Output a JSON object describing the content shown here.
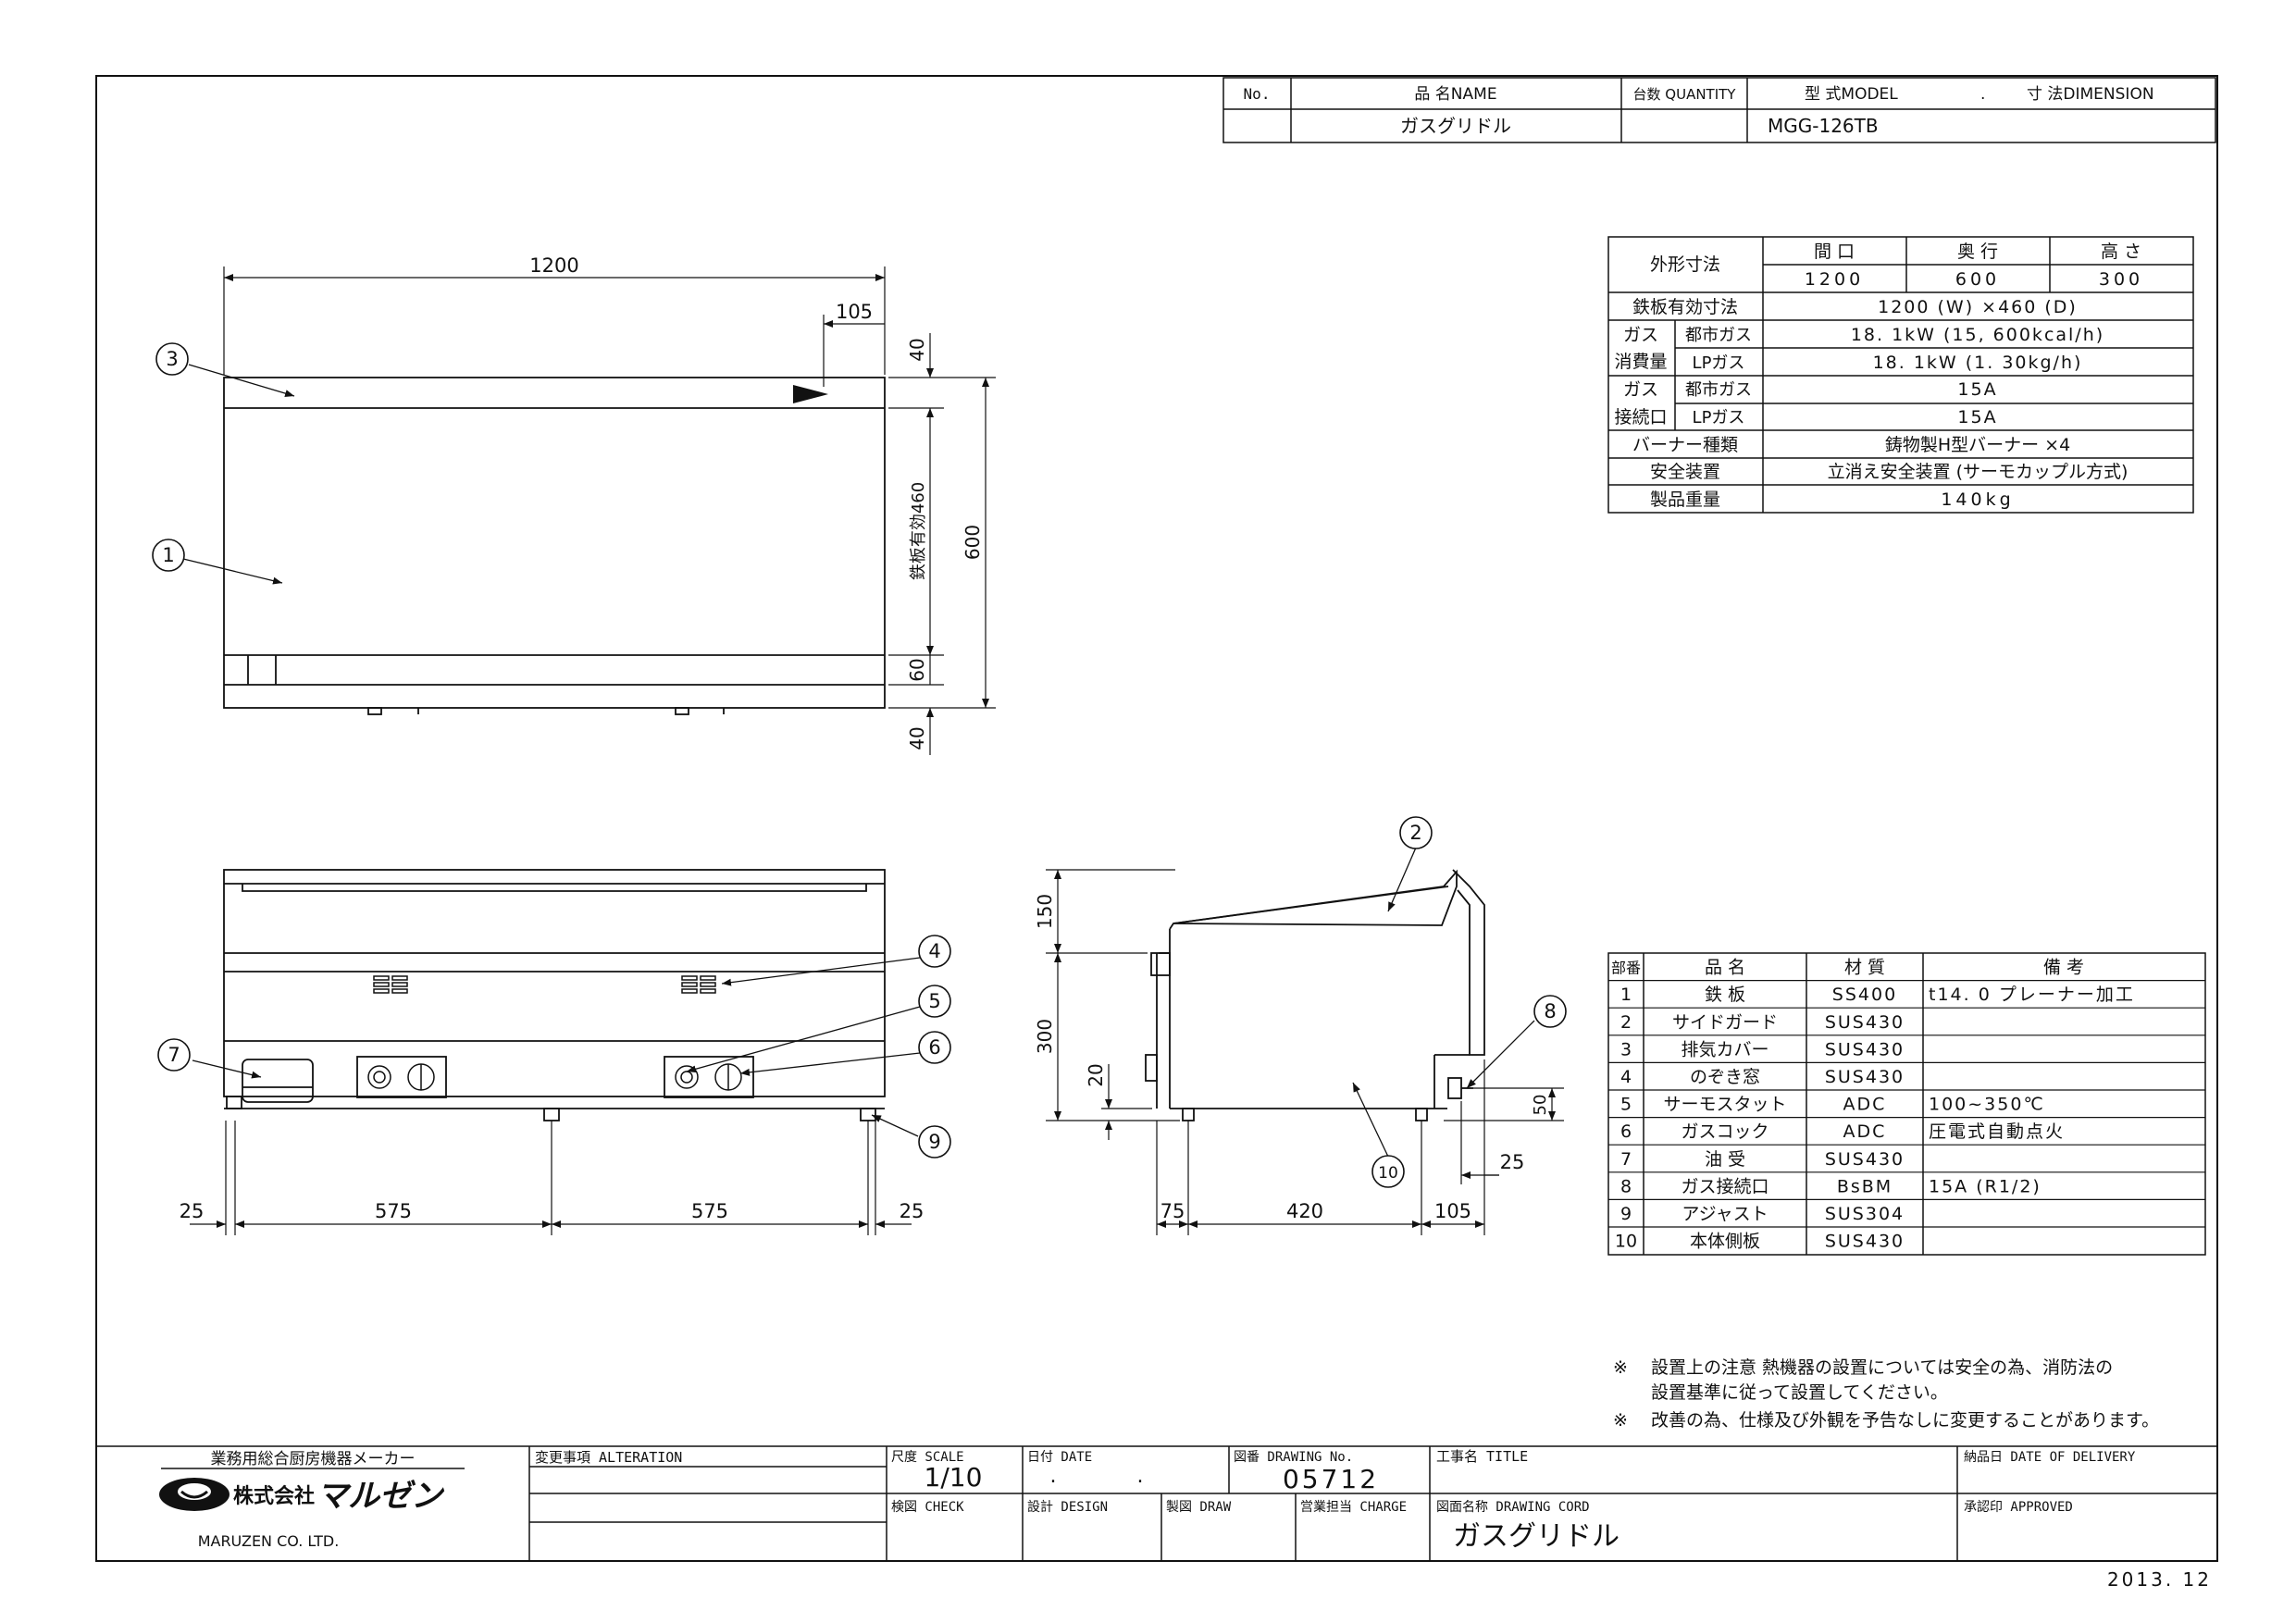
{
  "header": {
    "no_label": "No.",
    "name_label": "品 名NAME",
    "qty_label": "台数 QUANTITY",
    "model_label": "型 式MODEL",
    "dot": ".",
    "dim_label": "寸 法DIMENSION",
    "item_name": "ガスグリドル",
    "model": "MGG-126TB"
  },
  "spec": {
    "outer_label": "外形寸法",
    "cols": [
      "間 口",
      "奥 行",
      "高 さ"
    ],
    "outer_values": [
      "1200",
      "600",
      "300"
    ],
    "plate_label": "鉄板有効寸法",
    "plate_value": "1200 (W) ×460 (D)",
    "gas_consumption_label_1": "ガス",
    "gas_consumption_label_2": "消費量",
    "city_gas": "都市ガス",
    "lp_gas": "LPガス",
    "consumption_city": "18. 1kW (15, 600kcal/h)",
    "consumption_lp": "18. 1kW (1. 30kg/h)",
    "connection_label_1": "ガス",
    "connection_label_2": "接続口",
    "connection_city": "15A",
    "connection_lp": "15A",
    "burner_label": "バーナー種類",
    "burner_value": "鋳物製H型バーナー ×4",
    "safety_label": "安全装置",
    "safety_value": "立消え安全装置 (サーモカップル方式)",
    "weight_label": "製品重量",
    "weight_value": "140kg"
  },
  "parts": {
    "headers": [
      "部番",
      "品 名",
      "材 質",
      "備 考"
    ],
    "rows": [
      {
        "no": "1",
        "name": "鉄 板",
        "material": "SS400",
        "note": "t14. 0 プレーナー加工"
      },
      {
        "no": "2",
        "name": "サイドガード",
        "material": "SUS430",
        "note": ""
      },
      {
        "no": "3",
        "name": "排気カバー",
        "material": "SUS430",
        "note": ""
      },
      {
        "no": "4",
        "name": "のぞき窓",
        "material": "SUS430",
        "note": ""
      },
      {
        "no": "5",
        "name": "サーモスタット",
        "material": "ADC",
        "note": "100~350℃"
      },
      {
        "no": "6",
        "name": "ガスコック",
        "material": "ADC",
        "note": "圧電式自動点火"
      },
      {
        "no": "7",
        "name": "油 受",
        "material": "SUS430",
        "note": ""
      },
      {
        "no": "8",
        "name": "ガス接続口",
        "material": "BsBM",
        "note": "15A (R1/2)"
      },
      {
        "no": "9",
        "name": "アジャスト",
        "material": "SUS304",
        "note": ""
      },
      {
        "no": "10",
        "name": "本体側板",
        "material": "SUS430",
        "note": ""
      }
    ]
  },
  "notes": {
    "mark": "※",
    "note1_line1": "設置上の注意 熱機器の設置については安全の為、消防法の",
    "note1_line2": "設置基準に従って設置してください。",
    "note2": "改善の為、仕様及び外観を予告なしに変更することがあります。"
  },
  "dimensions": {
    "top_width": "1200",
    "exhaust_offset": "105",
    "top_band": "40",
    "plate_depth": "鉄板有効460",
    "total_depth": "600",
    "front_band": "60",
    "bottom_band": "40",
    "front_left": "25",
    "front_span1": "575",
    "front_span2": "575",
    "front_right": "25",
    "side_top": "150",
    "side_height": "300",
    "side_foot": "20",
    "side_conn": "50",
    "side_left": "75",
    "side_span": "420",
    "side_right": "105",
    "side_conn_x": "25"
  },
  "callouts": [
    "1",
    "2",
    "3",
    "4",
    "5",
    "6",
    "7",
    "8",
    "9",
    "10"
  ],
  "title_block": {
    "maker_label": "業務用総合厨房機器メーカー",
    "company_prefix": "株式会社",
    "company_logo": "マルゼン",
    "company_en": "MARUZEN CO. LTD.",
    "alteration_label": "変更事項 ALTERATION",
    "scale_label": "尺度 SCALE",
    "scale_value": "1/10",
    "date_label": "日付 DATE",
    "date_value": ". .",
    "drawing_no_label": "図番 DRAWING No.",
    "drawing_no_value": "05712",
    "title_label": "工事名 TITLE",
    "delivery_label": "納品日 DATE OF DELIVERY",
    "check_label": "検図 CHECK",
    "design_label": "設計 DESIGN",
    "draw_label": "製図 DRAW",
    "charge_label": "営業担当 CHARGE",
    "drawing_name_label": "図面名称 DRAWING CORD",
    "drawing_name_value": "ガスグリドル",
    "approved_label": "承認印 APPROVED",
    "issue_date": "2013. 12"
  }
}
